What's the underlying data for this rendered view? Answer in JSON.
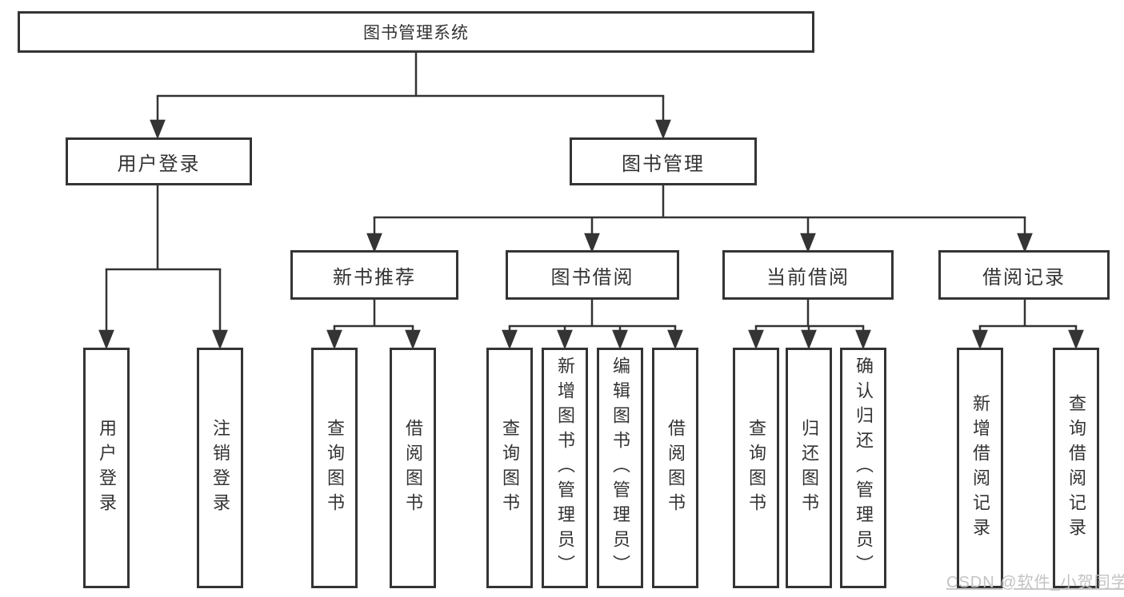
{
  "nodes": {
    "root": {
      "label": "图书管理系统"
    },
    "level2": [
      {
        "label": "用户登录"
      },
      {
        "label": "图书管理"
      }
    ],
    "level3": [
      {
        "label": "新书推荐"
      },
      {
        "label": "图书借阅"
      },
      {
        "label": "当前借阅"
      },
      {
        "label": "借阅记录"
      }
    ],
    "level4": [
      {
        "label": "用户登录"
      },
      {
        "label": "注销登录"
      },
      {
        "label": "查询图书"
      },
      {
        "label": "借阅图书"
      },
      {
        "label": "查询图书"
      },
      {
        "label": "新增图书（管理员）"
      },
      {
        "label": "编辑图书（管理员）"
      },
      {
        "label": "借阅图书"
      },
      {
        "label": "查询图书"
      },
      {
        "label": "归还图书"
      },
      {
        "label": "确认归还（管理员）"
      },
      {
        "label": "新增借阅记录"
      },
      {
        "label": "查询借阅记录"
      }
    ]
  },
  "hierarchy": {
    "图书管理系统": {
      "用户登录": [
        "用户登录",
        "注销登录"
      ],
      "图书管理": {
        "新书推荐": [
          "查询图书",
          "借阅图书"
        ],
        "图书借阅": [
          "查询图书",
          "新增图书（管理员）",
          "编辑图书（管理员）",
          "借阅图书"
        ],
        "当前借阅": [
          "查询图书",
          "归还图书",
          "确认归还（管理员）"
        ],
        "借阅记录": [
          "新增借阅记录",
          "查询借阅记录"
        ]
      }
    }
  },
  "watermark": {
    "text": "CSDN @软件_小贺同学"
  },
  "colors": {
    "background": "#ffffff",
    "box_fill": "#ffffff",
    "box_border": "#343434",
    "connector": "#343434",
    "text": "#333333",
    "watermark_text": "#c3c3c3"
  }
}
